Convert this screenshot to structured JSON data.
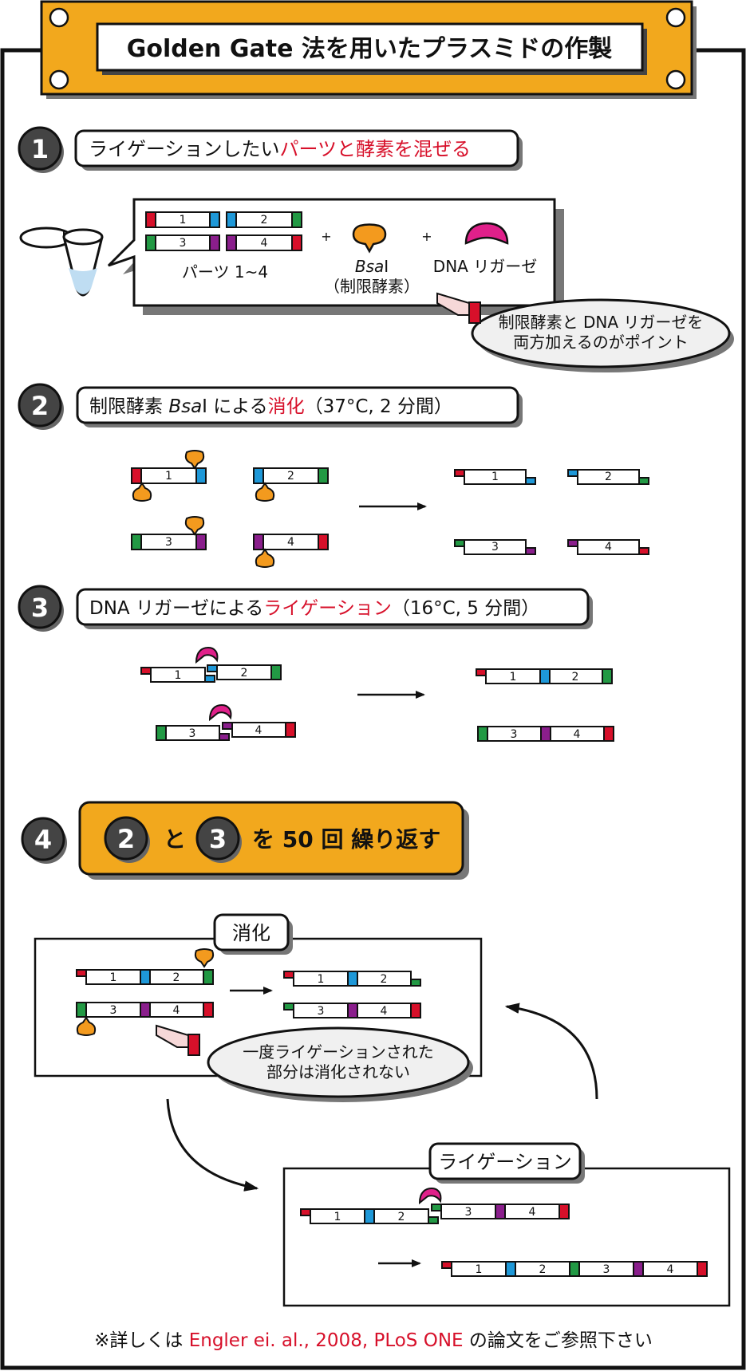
{
  "title": "Golden Gate 法を用いたプラスミドの作製",
  "colors": {
    "frame": "#111111",
    "title_bg": "#F2A81D",
    "red": "#D7102A",
    "blue": "#1E98D8",
    "green": "#229944",
    "purple": "#8A1E8C",
    "orange": "#F39A1E",
    "magenta": "#E0208A",
    "shadow": "#777777"
  },
  "step1": {
    "number": "1",
    "prefix": "ライゲーションしたい",
    "highlight": "パーツと酵素を混ぜる",
    "parts_label": "パーツ 1~4",
    "plus": "+",
    "enzyme_italic": "Bsa",
    "enzyme_suffix": "I",
    "enzyme_note": "（制限酵素）",
    "ligase_label": "DNA リガーゼ",
    "tip_line1": "制限酵素と DNA リガーゼを",
    "tip_line2": "両方加えるのがポイント"
  },
  "step2": {
    "number": "2",
    "prefix": "制限酵素 ",
    "italic": "Bsa",
    "mid": "I による",
    "highlight": "消化",
    "suffix": "（37°C, 2 分間）"
  },
  "step3": {
    "number": "3",
    "prefix": "DNA リガーゼによる",
    "highlight": "ライゲーション",
    "suffix": "（16°C, 5 分間）"
  },
  "step4": {
    "number": "4",
    "ref_a": "2",
    "and": "と",
    "ref_b": "3",
    "text": "を 50 回 繰り返す"
  },
  "digest_box": {
    "label": "消化",
    "tip_line1": "一度ライゲーションされた",
    "tip_line2": "部分は消化されない"
  },
  "ligation_box": {
    "label": "ライゲーション"
  },
  "parts": [
    "1",
    "2",
    "3",
    "4"
  ],
  "footer": {
    "prefix": "※詳しくは ",
    "reference": "Engler ei. al., 2008, PLoS ONE",
    "suffix": " の論文をご参照下さい"
  }
}
